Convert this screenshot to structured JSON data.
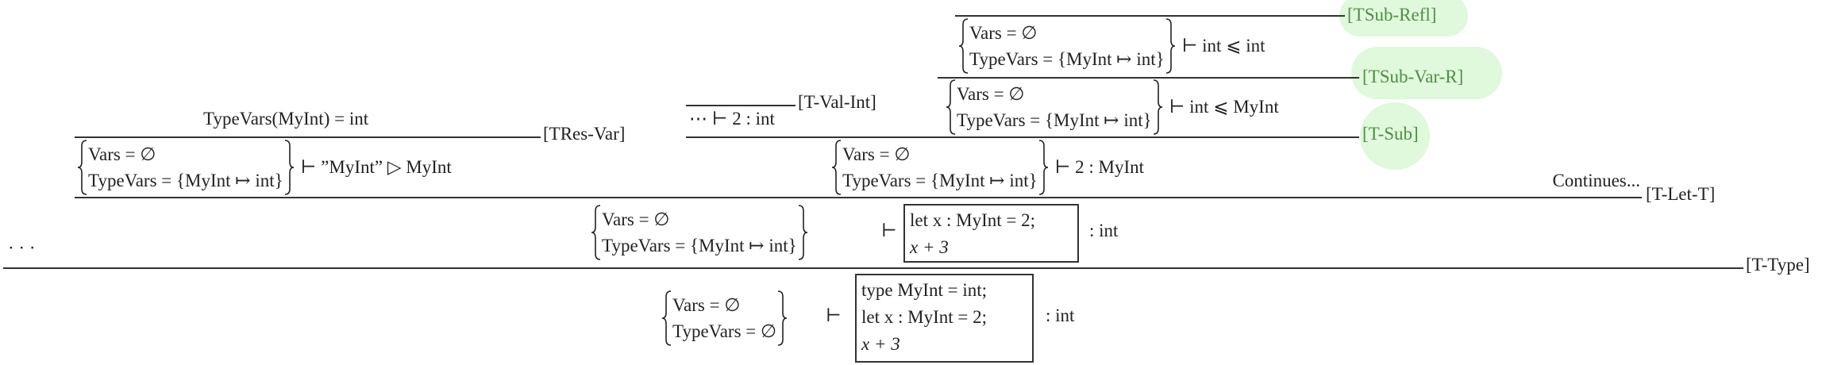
{
  "rules": {
    "tsub_refl": "[TSub-Refl]",
    "tsub_var_r": "[TSub-Var-R]",
    "t_val_int": "[T-Val-Int]",
    "t_sub": "[T-Sub]",
    "tres_var": "[TRes-Var]",
    "t_let_t": "[T-Let-T]",
    "t_type": "[T-Type]"
  },
  "context_full": {
    "vars": "Vars = ∅",
    "typevars": "TypeVars = {MyInt ↦ int}"
  },
  "context_empty": {
    "vars": "Vars = ∅",
    "typevars": "TypeVars = ∅"
  },
  "judgments": {
    "sub_refl": "⊢ int ⩽ int",
    "sub_var_r": "⊢ int ⩽ MyInt",
    "val_int": "⋯ ⊢ 2 : int",
    "sub": "⊢ 2 : MyInt",
    "res_premise": "TypeVars(MyInt) = int",
    "res_var": "⊢ ”MyInt” ▷ MyInt",
    "turnstile": "⊢",
    "type_int": ":  int"
  },
  "continues": "Continues...",
  "ellipsis": "· · ·",
  "let_program": [
    "let  x : MyInt = 2;",
    "x + 3"
  ],
  "type_program": [
    "type  MyInt = int;",
    "let  x : MyInt = 2;",
    "x + 3"
  ],
  "colors": {
    "highlight_bg": "#e0f8dc",
    "highlight_text": "#4f8f45",
    "ink": "#222222"
  }
}
